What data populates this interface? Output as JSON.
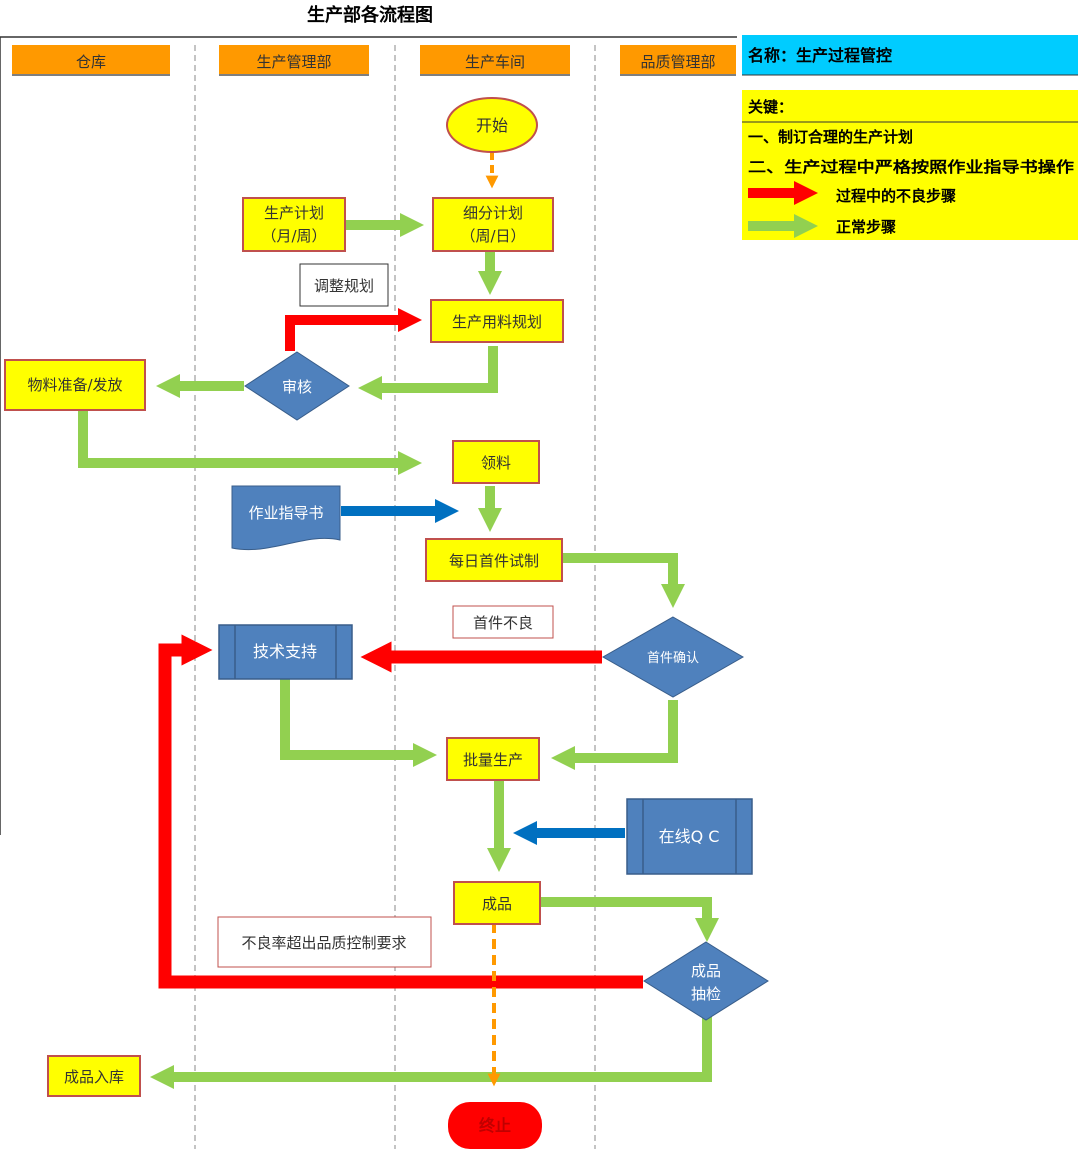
{
  "title": "生产部各流程图",
  "lanes": [
    "仓库",
    "生产管理部",
    "生产车间",
    "品质管理部"
  ],
  "info": {
    "name_label": "名称：生产过程管控",
    "key_label": "关键：",
    "key_items": [
      "一、制订合理的生产计划",
      "二、生产过程中严格按照作业指导书操作"
    ],
    "legend": [
      {
        "label": "过程中的不良步骤",
        "color": "#ff0000"
      },
      {
        "label": "正常步骤",
        "color": "#92d050"
      }
    ]
  },
  "nodes": {
    "start": "开始",
    "plan_line1": "生产计划",
    "plan_line2": "（月/周）",
    "subplan_line1": "细分计划",
    "subplan_line2": "（周/日）",
    "material_plan": "生产用料规划",
    "review": "审核",
    "material_prep": "物料准备/发放",
    "pick": "领料",
    "instruction": "作业指导书",
    "first_trial": "每日首件试制",
    "first_confirm": "首件确认",
    "tech_support": "技术支持",
    "mass_prod": "批量生产",
    "online_qc": "在线Q C",
    "product": "成品",
    "inspect_line1": "成品",
    "inspect_line2": "抽检",
    "warehouse_in": "成品入库",
    "end": "终止"
  },
  "notes": {
    "adjust": "调整规划",
    "first_bad": "首件不良",
    "reject_rate": "不良率超出品质控制要求"
  },
  "colors": {
    "lane_header": "#ff9900",
    "box_fill": "#ffff00",
    "box_border": "#c0504d",
    "shape_blue": "#4f81bd",
    "arrow_green": "#92d050",
    "arrow_red": "#ff0000",
    "arrow_blue": "#0070c0",
    "arrow_orange": "#ff9900",
    "info_cyan": "#00ccff",
    "end_red": "#ff0000"
  }
}
